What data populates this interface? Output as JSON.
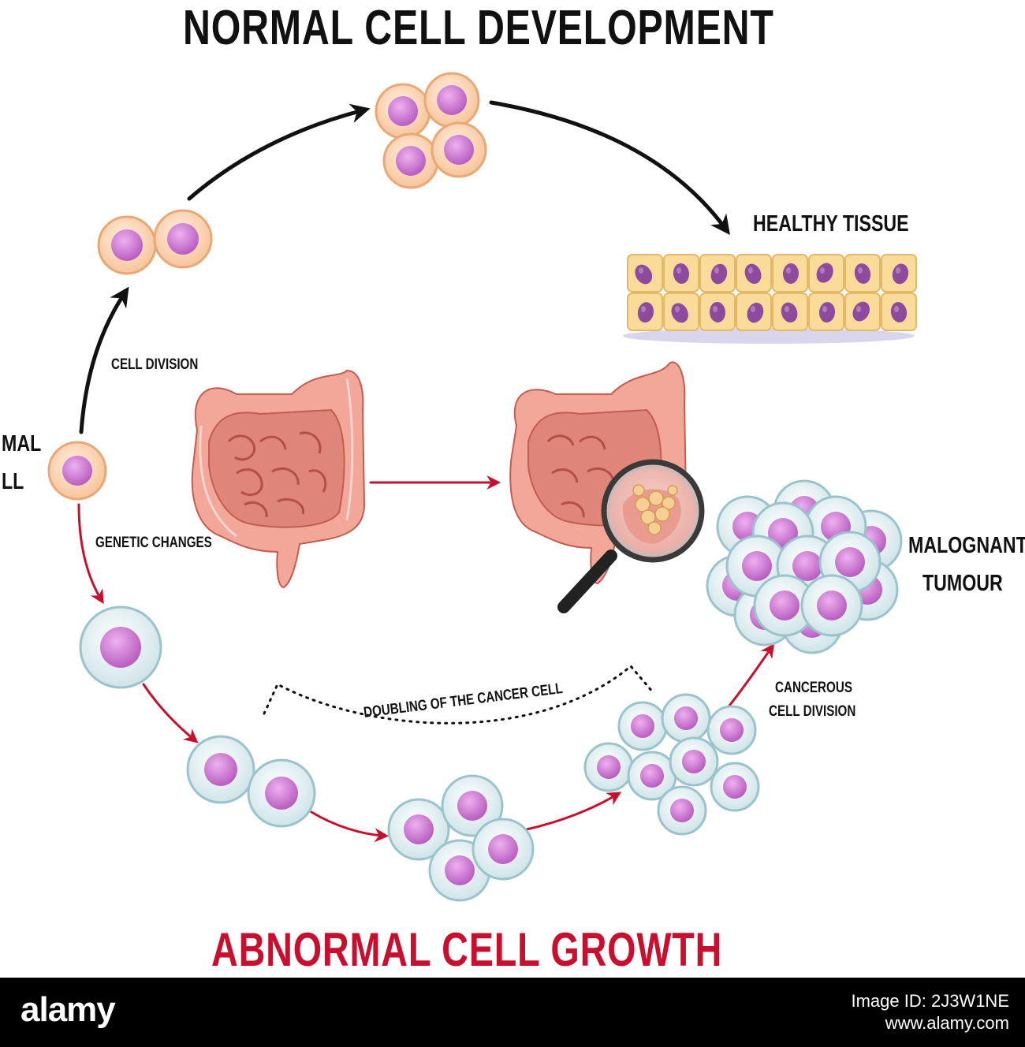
{
  "titles": {
    "normal": "NORMAL CELL DEVELOPMENT",
    "abnormal": "ABNORMAL CELL GROWTH"
  },
  "labels": {
    "healthy_tissue": "HEALTHY TISSUE",
    "cell_division": "CELL DIVISION",
    "normal_cell_line1": "MAL",
    "normal_cell_line2": "LL",
    "genetic_changes": "GENETIC CHANGES",
    "doubling": "DOUBLING OF THE CANCER CELL",
    "cancerous_line1": "CANCEROUS",
    "cancerous_line2": "CELL DIVISION",
    "malignant_line1": "MALOGNANT",
    "malignant_line2": "TUMOUR"
  },
  "watermark": {
    "logo": "alamy",
    "line1": "Image ID: 2J3W1NE",
    "line2": "www.alamy.com"
  },
  "colors": {
    "normal_arrow": "#111111",
    "abnormal_arrow": "#c8102e",
    "normal_cell_body": "#fbd5b0",
    "normal_cell_outline": "#e8a877",
    "nucleus": "#d27bd6",
    "cancer_cell_body": "#e4f1f2",
    "cancer_cell_outline": "#9ac3cb",
    "tissue_cell": "#fbdb9a",
    "tissue_nucleus": "#8e4a9c",
    "intestine": "#e58a7c",
    "footer_bg": "#000000"
  }
}
